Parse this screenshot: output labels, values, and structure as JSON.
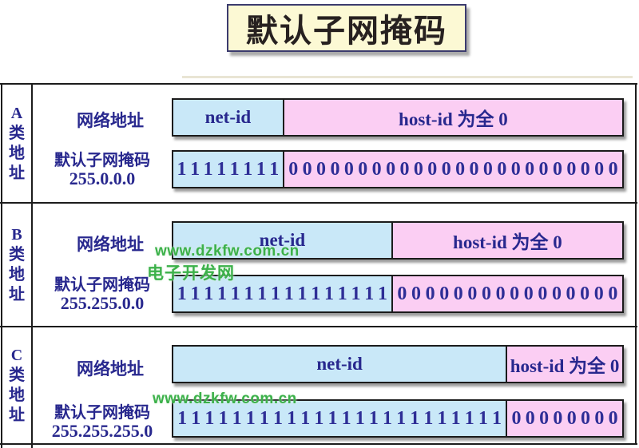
{
  "title": "默认子网掩码",
  "watermark": {
    "url": "www.dzkfw.com.cn",
    "site_name": "电子开发网"
  },
  "colors": {
    "net_id_fill": "#c9e8f8",
    "host_id_fill": "#fbcef3",
    "label_navy": "#28288e",
    "watermark_green": "#3cb14a",
    "title_bg": "#fcf9d4",
    "title_border": "#3b3b6e"
  },
  "sections": [
    {
      "class_chars": "A类地址",
      "network_label": "网络地址",
      "mask_label": "默认子网掩码",
      "mask_value": "255.0.0.0",
      "net_label": "net-id",
      "host_label": "host-id 为全 0",
      "net_bits": "11111111",
      "host_bits": "000000000000000000000000",
      "net_percent": 24.7
    },
    {
      "class_chars": "B类地址",
      "network_label": "网络地址",
      "mask_label": "默认子网掩码",
      "mask_value": "255.255.0.0",
      "net_label": "net-id",
      "host_label": "host-id 为全 0",
      "net_bits": "1111111111111111",
      "host_bits": "0000000000000000",
      "net_percent": 48.9
    },
    {
      "class_chars": "C类地址",
      "network_label": "网络地址",
      "mask_label": "默认子网掩码",
      "mask_value": "255.255.255.0",
      "net_label": "net-id",
      "host_label": "host-id 为全 0",
      "net_bits": "111111111111111111111111",
      "host_bits": "00000000",
      "net_percent": 74.4
    }
  ]
}
